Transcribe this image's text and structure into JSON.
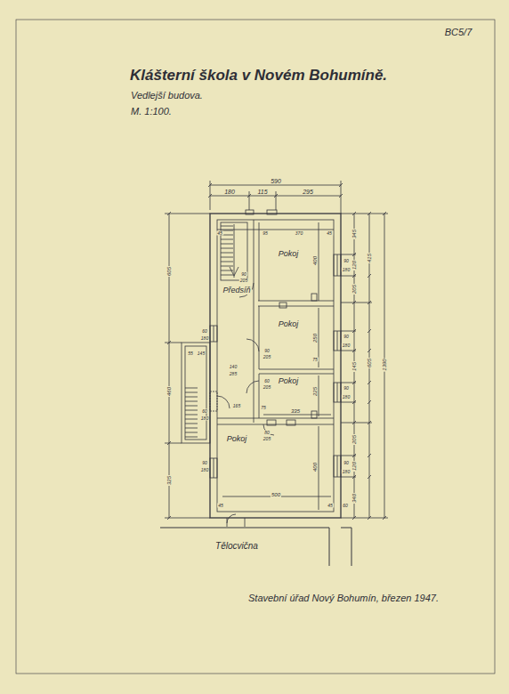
{
  "diagram": {
    "title": "Klášterní škola v Novém Bohumíně.",
    "nodes": [
      {
        "text": [
          "Pokoj"
        ]
      },
      {
        "text": [
          "Předsíň"
        ]
      },
      {
        "text": [
          "Pokoj"
        ]
      },
      {
        "text": [
          "Pokoj"
        ]
      },
      {
        "text": [
          "Pokoj"
        ]
      }
    ],
    "labels": [
      "Vedlejší budova.",
      "M. 1:100.",
      "BC5/7",
      "590",
      "180",
      "115",
      "295",
      "45",
      "95",
      "370",
      "45",
      "400",
      "90",
      "180",
      "345",
      "120",
      "205",
      "145",
      "205",
      "120",
      "340",
      "415",
      "605",
      "1390",
      "250",
      "75",
      "90",
      "180",
      "225",
      "335",
      "90",
      "180",
      "75",
      "400",
      "500",
      "90",
      "180",
      "45",
      "45",
      "60",
      "605",
      "460",
      "325",
      "60",
      "180",
      "55",
      "145",
      "140",
      "285",
      "60",
      "180",
      "165",
      "90",
      "180",
      "90",
      "205",
      "90",
      "205",
      "60",
      "205",
      "80",
      "205",
      "Tělocvična",
      "Stavební úřad Nový Bohumín, březen 1947."
    ]
  }
}
